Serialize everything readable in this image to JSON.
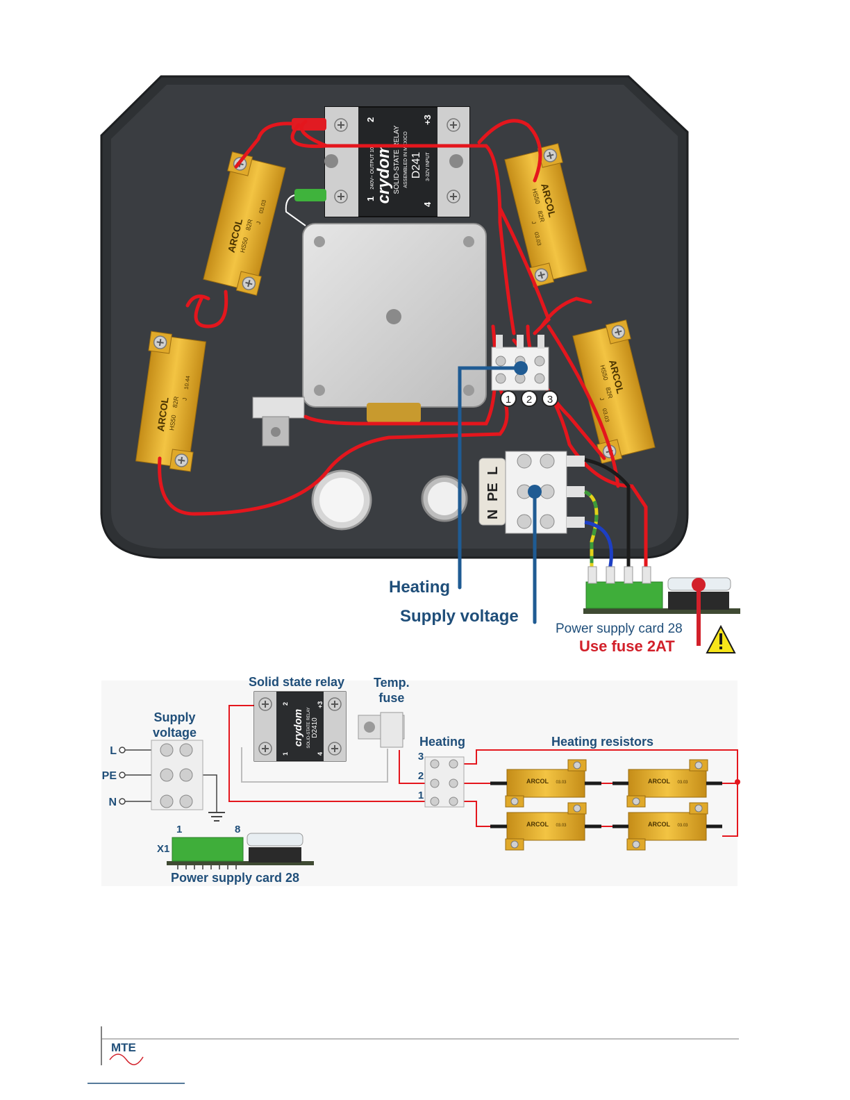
{
  "photo": {
    "labels": {
      "heating": "Heating",
      "supply_voltage": "Supply voltage",
      "power_supply_card": "Power supply card 28",
      "fuse_warning": "Use fuse 2AT"
    },
    "terminal_block": {
      "letters": [
        "N",
        "PE",
        "L"
      ]
    },
    "heating_terminals": [
      "1",
      "2",
      "3"
    ],
    "relay": {
      "brand": "crydom",
      "model": "D241",
      "line1": "SOLID-STATE RELAY",
      "line2": "ASSEMBLED IN MEXICO",
      "output_text": "240V~ OUTPUT 10A",
      "input_text": "3-32V INPUT",
      "pins": [
        "1",
        "2",
        "+3",
        "4"
      ]
    },
    "resistors": [
      {
        "brand": "ARCOL",
        "model": "HS50",
        "value": "82R",
        "code": "03.03",
        "tol": "J"
      },
      {
        "brand": "ARCOL",
        "model": "HS50",
        "value": "82R",
        "code": "10.44",
        "tol": "J"
      },
      {
        "brand": "ARCOL",
        "model": "HS50",
        "value": "82R",
        "code": "03.03",
        "tol": "J"
      },
      {
        "brand": "ARCOL",
        "model": "HS50",
        "value": "82R",
        "code": "03.03",
        "tol": "J"
      }
    ]
  },
  "schematic": {
    "labels": {
      "solid_state_relay": "Solid state relay",
      "temp_fuse_line1": "Temp.",
      "temp_fuse_line2": "fuse",
      "supply_line1": "Supply",
      "supply_line2": "voltage",
      "heating": "Heating",
      "heating_resistors": "Heating resistors",
      "power_supply_card": "Power supply card 28",
      "x1": "X1",
      "pin_first": "1",
      "pin_last": "8"
    },
    "supply_terminals": [
      "L",
      "PE",
      "N"
    ],
    "heating_terminals": [
      "3",
      "2",
      "1"
    ],
    "relay": {
      "brand": "crydom",
      "model": "D2410",
      "line1": "SOLID-STATE RELAY",
      "pins": [
        "1",
        "2",
        "+3",
        "4"
      ]
    },
    "resistors": [
      {
        "brand": "ARCOL",
        "code": "03.03"
      },
      {
        "brand": "ARCOL",
        "code": "03.03"
      },
      {
        "brand": "ARCOL",
        "code": "03.03"
      },
      {
        "brand": "ARCOL",
        "code": "03.03"
      }
    ]
  },
  "footer": {
    "logo_text": "MTE"
  },
  "colors": {
    "label_blue": "#1f4e79",
    "wire_red": "#e4161d",
    "warning_red": "#d2202a",
    "housing": "#35383b",
    "resistor_gold": "#e9b12f",
    "terminal_green": "#3fae3a",
    "warning_yellow": "#f7e51a"
  }
}
